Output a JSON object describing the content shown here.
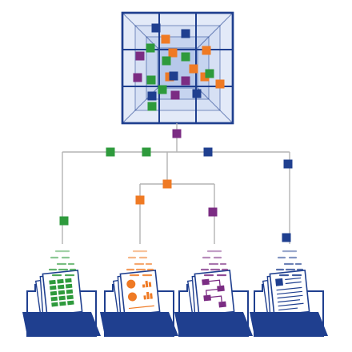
{
  "colors": {
    "navy": "#1f3f8f",
    "green": "#2e9a3c",
    "orange": "#ef7a24",
    "purple": "#7b2c83",
    "cube_fill": "#c9d6ef",
    "line_gray": "#b4b4b4"
  },
  "cube": {
    "cells": [
      {
        "color": "navy"
      },
      {
        "color": "navy"
      },
      {
        "color": "orange"
      },
      {
        "color": "green"
      },
      {
        "color": "purple"
      },
      {
        "color": "orange"
      },
      {
        "color": "orange"
      },
      {
        "color": "green"
      },
      {
        "color": "green"
      },
      {
        "color": "purple"
      },
      {
        "color": "green"
      },
      {
        "color": "orange"
      },
      {
        "color": "purple"
      },
      {
        "color": "navy"
      },
      {
        "color": "orange"
      },
      {
        "color": "green"
      },
      {
        "color": "navy"
      },
      {
        "color": "orange"
      },
      {
        "color": "green"
      },
      {
        "color": "navy"
      },
      {
        "color": "green"
      },
      {
        "color": "purple"
      },
      {
        "color": "orange"
      }
    ]
  },
  "branches": [
    {
      "color": "green",
      "doc": "spreadsheet"
    },
    {
      "color": "orange",
      "doc": "charts"
    },
    {
      "color": "purple",
      "doc": "flowchart"
    },
    {
      "color": "navy",
      "doc": "text-document"
    }
  ]
}
